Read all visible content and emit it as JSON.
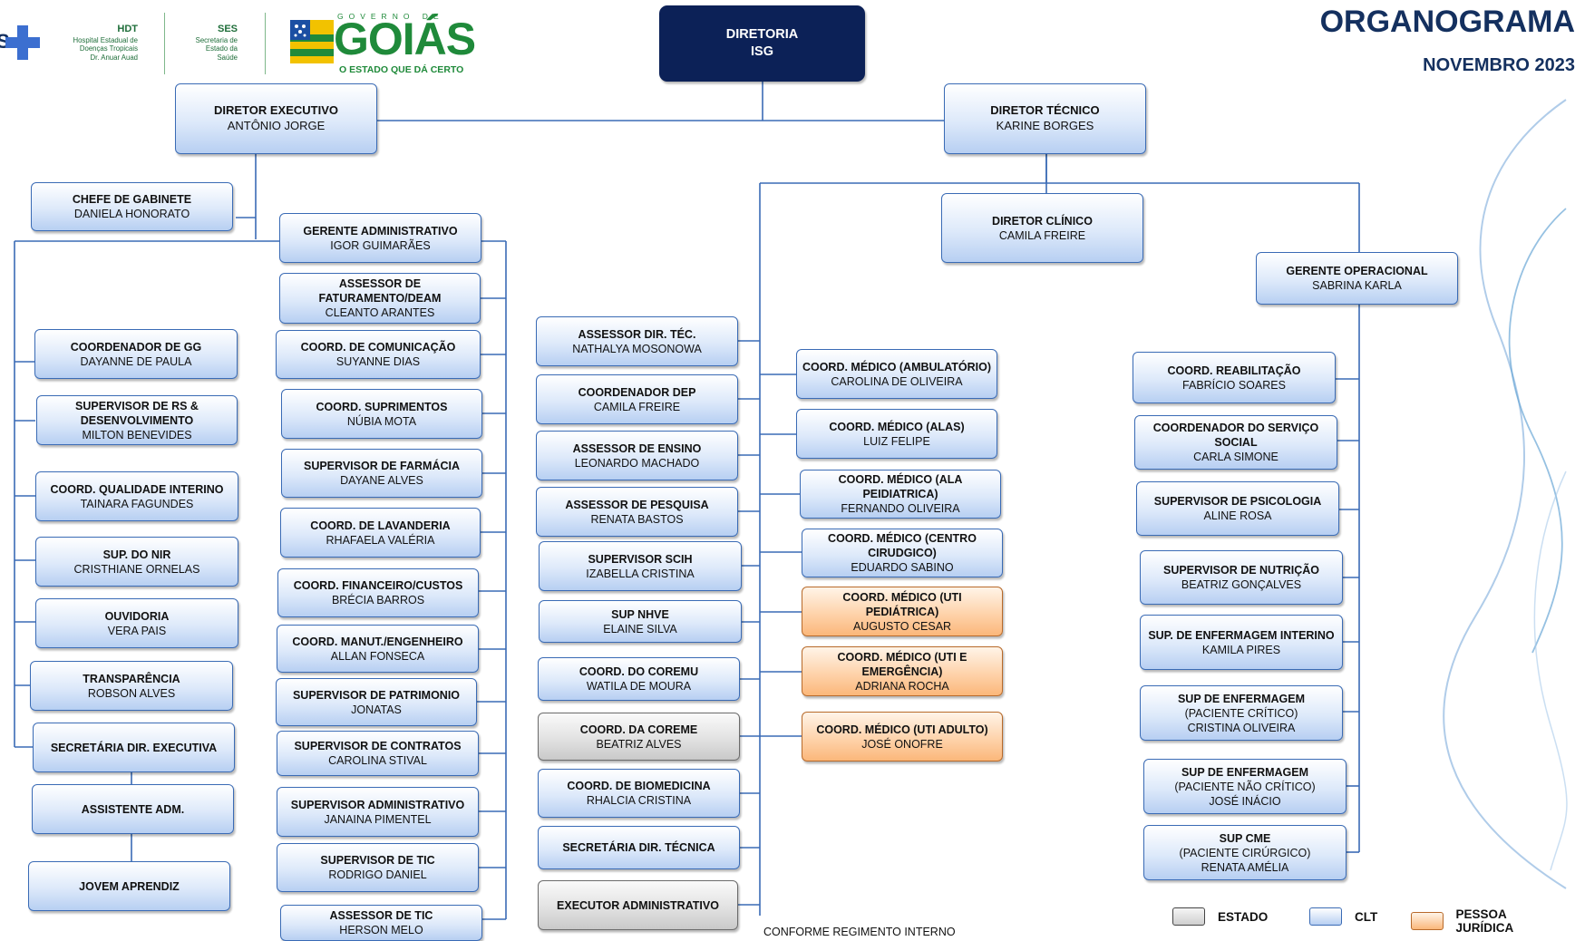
{
  "header": {
    "title": "ORGANOGRAMA",
    "subtitle": "NOVEMBRO 2023"
  },
  "logos": {
    "hdt_mark": "HDT",
    "hdt_lines": [
      "Hospital Estadual de",
      "Doenças Tropicais",
      "Dr. Anuar Auad"
    ],
    "ses_mark": "SES",
    "ses_lines": [
      "Secretaria de",
      "Estado da",
      "Saúde"
    ],
    "goias_top": "GOVERNO DE",
    "goias_main": "GOIÁS",
    "goias_slogan": "O ESTADO QUE DÁ CERTO",
    "left_fragment": "S"
  },
  "boxes": {
    "diretoria": {
      "title": "DIRETORIA",
      "name": "ISG"
    },
    "dir_exec": {
      "title": "DIRETOR EXECUTIVO",
      "name": "ANTÔNIO JORGE"
    },
    "dir_tec": {
      "title": "DIRETOR TÉCNICO",
      "name": "KARINE BORGES"
    },
    "chefe_gab": {
      "title": "CHEFE DE GABINETE",
      "name": "DANIELA HONORATO"
    },
    "ger_adm": {
      "title": "GERENTE ADMINISTRATIVO",
      "name": "IGOR GUIMARÃES"
    },
    "dir_clin": {
      "title": "DIRETOR CLÍNICO",
      "name": "CAMILA FREIRE"
    },
    "ger_oper": {
      "title": "GERENTE OPERACIONAL",
      "name": "SABRINA KARLA"
    },
    "coord_gg": {
      "title": "COORDENADOR DE GG",
      "name": "DAYANNE DE PAULA"
    },
    "sup_rs": {
      "title": "SUPERVISOR DE RS & DESENVOLVIMENTO",
      "name": "MILTON BENEVIDES"
    },
    "coord_qual": {
      "title": "COORD. QUALIDADE INTERINO",
      "name": "TAINARA FAGUNDES"
    },
    "sup_nir": {
      "title": "SUP.  DO NIR",
      "name": "CRISTHIANE ORNELAS"
    },
    "ouvidoria": {
      "title": "OUVIDORIA",
      "name": "VERA PAIS"
    },
    "transparencia": {
      "title": "TRANSPARÊNCIA",
      "name": "ROBSON ALVES"
    },
    "sec_exec": {
      "title": "SECRETÁRIA DIR. EXECUTIVA",
      "name": ""
    },
    "assist_adm": {
      "title": "ASSISTENTE ADM.",
      "name": ""
    },
    "jovem": {
      "title": "JOVEM APRENDIZ",
      "name": ""
    },
    "ass_fat": {
      "title": "ASSESSOR DE FATURAMENTO/DEAM",
      "name": "CLEANTO ARANTES"
    },
    "coord_com": {
      "title": "COORD.  DE COMUNICAÇÃO",
      "name": "SUYANNE DIAS"
    },
    "coord_sup": {
      "title": "COORD. SUPRIMENTOS",
      "name": "NÚBIA MOTA"
    },
    "sup_farm": {
      "title": "SUPERVISOR DE FARMÁCIA",
      "name": "DAYANE ALVES"
    },
    "coord_lav": {
      "title": "COORD. DE LAVANDERIA",
      "name": "RHAFAELA VALÉRIA"
    },
    "coord_fin": {
      "title": "COORD. FINANCEIRO/CUSTOS",
      "name": "BRÉCIA BARROS"
    },
    "coord_manut": {
      "title": "COORD. MANUT./ENGENHEIRO",
      "name": "ALLAN FONSECA"
    },
    "sup_patr": {
      "title": "SUPERVISOR DE PATRIMONIO",
      "name": "JONATAS"
    },
    "sup_contr": {
      "title": "SUPERVISOR DE CONTRATOS",
      "name": "CAROLINA STIVAL"
    },
    "sup_admv": {
      "title": "SUPERVISOR ADMINISTRATIVO",
      "name": "JANAINA PIMENTEL"
    },
    "sup_tic": {
      "title": "SUPERVISOR DE TIC",
      "name": "RODRIGO DANIEL"
    },
    "ass_tic": {
      "title": "ASSESSOR DE TIC",
      "name": "HERSON MELO"
    },
    "ass_dirtec": {
      "title": "ASSESSOR DIR. TÉC.",
      "name": "NATHALYA MOSONOWA"
    },
    "coord_dep": {
      "title": "COORDENADOR DEP",
      "name": "CAMILA FREIRE"
    },
    "ass_ensino": {
      "title": "ASSESSOR DE ENSINO",
      "name": "LEONARDO MACHADO"
    },
    "ass_pesq": {
      "title": "ASSESSOR DE PESQUISA",
      "name": "RENATA BASTOS"
    },
    "sup_scih": {
      "title": "SUPERVISOR SCIH",
      "name": "IZABELLA CRISTINA"
    },
    "sup_nhve": {
      "title": "SUP NHVE",
      "name": "ELAINE SILVA"
    },
    "coord_coremu": {
      "title": "COORD. DO COREMU",
      "name": "WATILA DE MOURA"
    },
    "coord_coreme": {
      "title": "COORD. DA COREME",
      "name": "BEATRIZ ALVES"
    },
    "coord_biomed": {
      "title": "COORD. DE BIOMEDICINA",
      "name": "RHALCIA CRISTINA"
    },
    "sec_tec": {
      "title": "SECRETÁRIA DIR. TÉCNICA",
      "name": ""
    },
    "exec_adm": {
      "title": "EXECUTOR ADMINISTRATIVO",
      "name": ""
    },
    "med_amb": {
      "title": "COORD. MÉDICO (AMBULATÓRIO)",
      "name": "CAROLINA DE OLIVEIRA"
    },
    "med_alas": {
      "title": "COORD. MÉDICO (ALAS)",
      "name": "LUIZ FELIPE"
    },
    "med_ped": {
      "title": "COORD. MÉDICO (ALA  PEIDIATRICA)",
      "name": "FERNANDO OLIVEIRA"
    },
    "med_cc": {
      "title": "COORD. MÉDICO (CENTRO CIRUDGICO)",
      "name": "EDUARDO SABINO"
    },
    "med_utiped": {
      "title": "COORD. MÉDICO (UTI PEDIÁTRICA)",
      "name": "AUGUSTO CESAR"
    },
    "med_utiemg": {
      "title": "COORD. MÉDICO (UTI E EMERGÊNCIA)",
      "name": "ADRIANA ROCHA"
    },
    "med_utiad": {
      "title": "COORD. MÉDICO (UTI ADULTO)",
      "name": "JOSÉ ONOFRE"
    },
    "coord_reab": {
      "title": "COORD. REABILITAÇÃO",
      "name": "FABRÍCIO SOARES"
    },
    "coord_social": {
      "title": "COORDENADOR DO SERVIÇO SOCIAL",
      "name": "CARLA SIMONE"
    },
    "sup_psico": {
      "title": "SUPERVISOR DE PSICOLOGIA",
      "name": "ALINE ROSA"
    },
    "sup_nutri": {
      "title": "SUPERVISOR DE NUTRIÇÃO",
      "name": "BEATRIZ GONÇALVES"
    },
    "sup_enf_int": {
      "title": "SUP. DE ENFERMAGEM INTERINO",
      "name": "KAMILA PIRES"
    },
    "sup_enf_crit": {
      "title": "SUP DE ENFERMAGEM",
      "title2": "(PACIENTE CRÍTICO)",
      "name": "CRISTINA OLIVEIRA"
    },
    "sup_enf_ncrit": {
      "title": "SUP DE ENFERMAGEM",
      "title2": "(PACIENTE NÃO CRÍTICO)",
      "name": "JOSÉ INÁCIO"
    },
    "sup_cme": {
      "title": "SUP CME",
      "title2": "(PACIENTE CIRÚRGICO)",
      "name": "RENATA AMÉLIA"
    }
  },
  "legend": {
    "estado": "ESTADO",
    "clt": "CLT",
    "pj": "PESSOA JURÍDICA"
  },
  "colors": {
    "clt": "#dde9fa",
    "estado": "#dcdcdc",
    "pj": "#fed3ab",
    "navy": "#0c2157",
    "connector": "#3a6bb5"
  },
  "footnote": "CONFORME REGIMENTO INTERNO"
}
